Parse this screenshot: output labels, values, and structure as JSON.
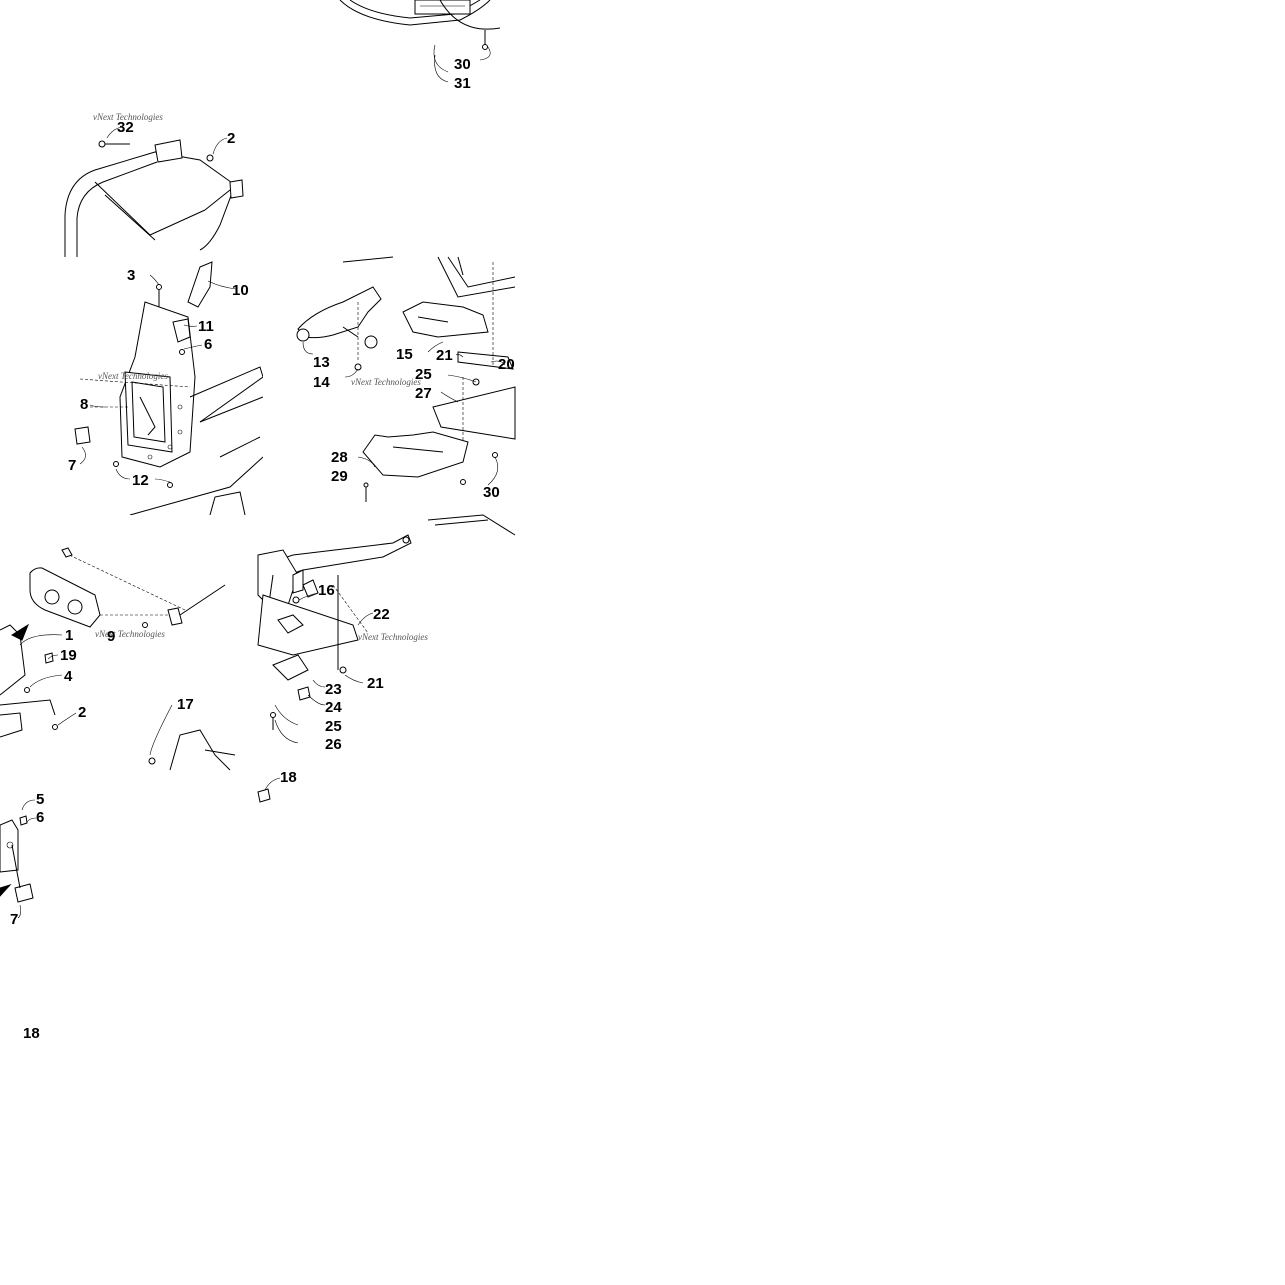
{
  "watermark": "vNext Technologies",
  "tiles": [
    {
      "id": "tile-front-bumper-top",
      "callouts": [
        "30",
        "31"
      ]
    },
    {
      "id": "tile-front-bumper",
      "callouts": [
        "32",
        "2"
      ]
    },
    {
      "id": "tile-front-panel",
      "callouts": [
        "3",
        "10",
        "11",
        "6",
        "8",
        "7",
        "12"
      ]
    },
    {
      "id": "tile-frame-brackets",
      "callouts": [
        "13",
        "14",
        "15",
        "21",
        "20",
        "25",
        "27",
        "28",
        "29",
        "30"
      ]
    },
    {
      "id": "tile-lower-left",
      "callouts": [
        "1",
        "9",
        "19",
        "4",
        "2",
        "17"
      ]
    },
    {
      "id": "tile-skid-plate",
      "callouts": [
        "16",
        "22",
        "21",
        "23",
        "24",
        "25",
        "26"
      ]
    },
    {
      "id": "tile-bottom-left",
      "callouts": [
        "5",
        "6",
        "7"
      ]
    },
    {
      "id": "tile-bottom-mid",
      "callouts": [
        "18"
      ]
    },
    {
      "id": "tile-bottom-edge",
      "callouts": [
        "18"
      ]
    }
  ]
}
